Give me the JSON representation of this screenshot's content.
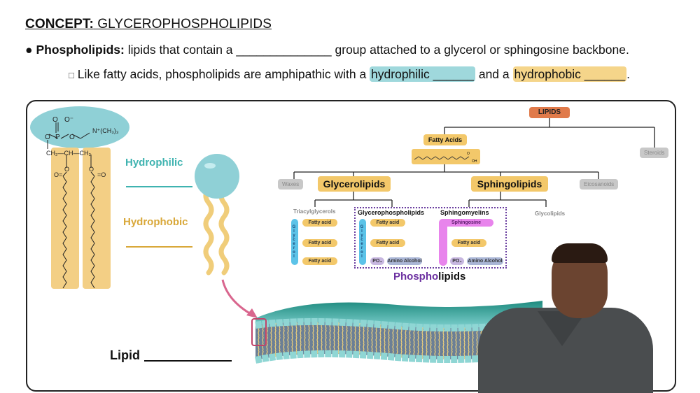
{
  "header": {
    "concept_label": "CONCEPT:",
    "concept_title": " GLYCEROPHOSPHOLIPIDS"
  },
  "bullets": {
    "main": {
      "marker": "●",
      "term": "Phospholipids:",
      "text_before_blank": " lipids that contain a ",
      "blank": "______________",
      "text_after_blank": " group attached to a glycerol or sphingosine backbone."
    },
    "sub": {
      "marker": "□",
      "text_before": " Like fatty acids, phospholipids are amphipathic with a ",
      "hydrophilic_label": "hydrophilic ______",
      "middle": " and a ",
      "hydrophobic_label": "hydrophobic ______",
      "end": "."
    }
  },
  "structure": {
    "phosphate_O1": "O",
    "phosphate_O2": "O⁻",
    "P": "P",
    "O_link": "O",
    "O_left": "O",
    "choline": "N⁺(CH₃)₃",
    "backbone": "CH₂—CH—CH₂",
    "ester_O": "O",
    "carbonyl": "O="
  },
  "cartoon": {
    "hydrophilic_label": "Hydrophilic",
    "hydrophobic_label": "Hydrophobic",
    "lipid_label": "Lipid",
    "lipid_blank": "____________"
  },
  "tree": {
    "root": "LIPIDS",
    "fatty_acids": "Fatty Acids",
    "fatty_acid_oh": "OH",
    "fatty_acid_o": "O",
    "steroids": "Steroids",
    "waxes": "Waxes",
    "glycerolipids": "Glycerolipids",
    "sphingolipids": "Sphingolipids",
    "eicosanoids": "Eicosanoids",
    "triacylglycerols": "Triacylglycerols",
    "glycerophospholipids": "Glycerophospholipids",
    "sphingomyelins": "Sphingomyelins",
    "glycolipids": "Glycolipids",
    "glycerol_letters": "Glycerol",
    "fatty_acid": "Fatty acid",
    "sphingosine": "Sphingosine",
    "po4": "PO₄",
    "amino_alcohol": "Amino Alcohol",
    "phospholipids_colored": "Phospho",
    "phospholipids_rest": "lipids"
  },
  "colors": {
    "hydrophilic": "#3fb3b0",
    "hydrophobic": "#d9a83a",
    "lipids_root": "#e07a4a",
    "tan_box": "#f3c86a",
    "phospholipid_purple": "#6b2fa0",
    "sphingosine_pink": "#e07ae8",
    "glycerol_blue": "#5cc3e8"
  }
}
